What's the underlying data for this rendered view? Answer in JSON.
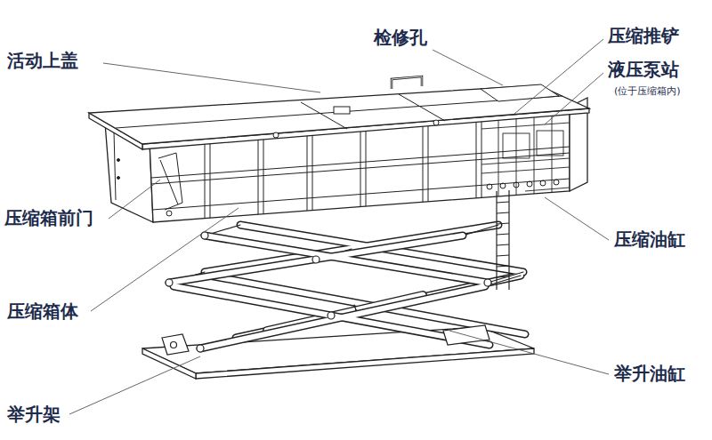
{
  "diagram": {
    "labels": [
      "活动上盖",
      "检修孔",
      "压缩推铲",
      "液压泵站",
      "(位于压缩箱内)",
      "压缩箱前门",
      "压缩油缸",
      "压缩箱体",
      "举升油缸",
      "举升架"
    ]
  }
}
